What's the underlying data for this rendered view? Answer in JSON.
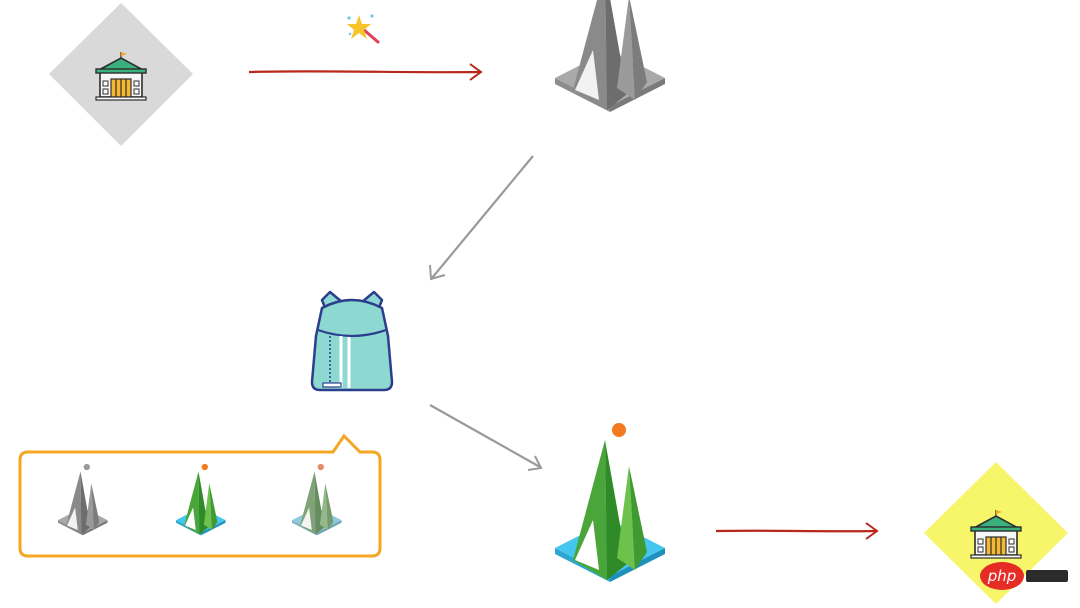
{
  "diagram": {
    "nodes": [
      {
        "id": "source-bank",
        "icon": "bank-building-icon",
        "background": "#d9d9d9"
      },
      {
        "id": "gray-mountain",
        "icon": "gray-mountain-icon",
        "background": "#c8c8c8"
      },
      {
        "id": "backpack",
        "icon": "backpack-icon",
        "background": "#8ed8d2"
      },
      {
        "id": "green-mountain",
        "icon": "green-mountain-icon",
        "background": "#45c6ee"
      },
      {
        "id": "target-bank",
        "icon": "bank-building-icon",
        "background": "#f7f56a"
      }
    ],
    "edges": [
      {
        "from": "source-bank",
        "to": "gray-mountain",
        "color": "#b8271a",
        "decoration": "magic-wand-icon"
      },
      {
        "from": "gray-mountain",
        "to": "backpack",
        "color": "#9a9a9a"
      },
      {
        "from": "backpack",
        "to": "green-mountain",
        "color": "#9a9a9a"
      },
      {
        "from": "green-mountain",
        "to": "target-bank",
        "color": "#b8271a"
      }
    ],
    "callout": {
      "border_color": "#f5a623",
      "items": [
        {
          "icon": "gray-mountain-icon",
          "variant": "gray"
        },
        {
          "icon": "green-mountain-icon",
          "variant": "green"
        },
        {
          "icon": "faded-green-mountain-icon",
          "variant": "faded"
        }
      ]
    }
  },
  "watermark": {
    "text": "php",
    "color": "#e62d25"
  }
}
